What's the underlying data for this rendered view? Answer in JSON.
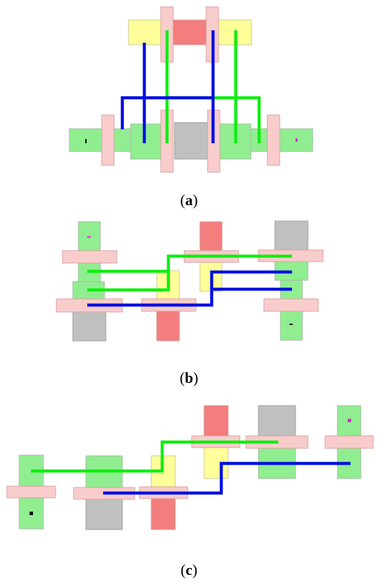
{
  "colors": {
    "green_block": "#90ee90",
    "yellow_block": "#ffff99",
    "red_block": "#f47d7d",
    "gray_block": "#c0c0c0",
    "gate_pink": "#f9cccc",
    "gate_border": "#d9a0a0",
    "block_border": "#a8b8a8",
    "wire_blue": "#0010e0",
    "wire_green": "#10ee10",
    "dot_black": "#000000",
    "dot_magenta": "#e020e0"
  },
  "figures": [
    {
      "id": "a",
      "caption": {
        "open": "(",
        "letter": "a",
        "close": ")"
      }
    },
    {
      "id": "b",
      "caption": {
        "open": "(",
        "letter": "b",
        "close": ")"
      }
    },
    {
      "id": "c",
      "caption": {
        "open": "(",
        "letter": "c",
        "close": ")"
      }
    }
  ]
}
